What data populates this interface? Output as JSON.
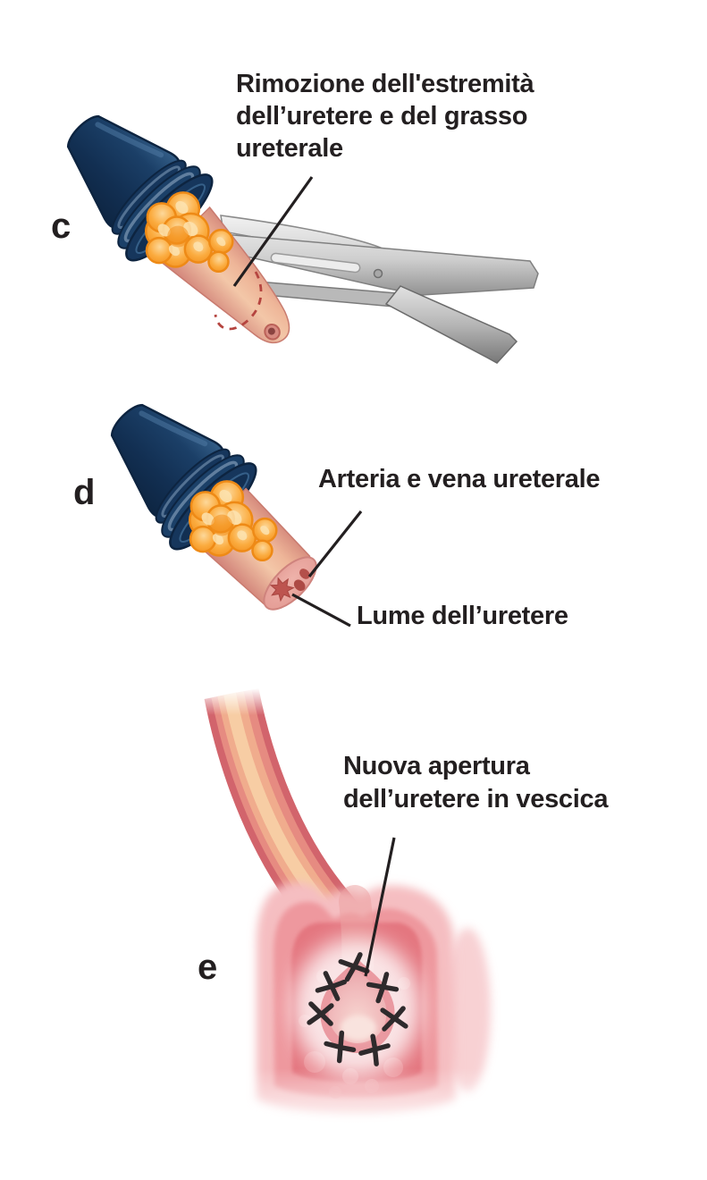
{
  "figure_type": "medical-illustration",
  "panel_c": {
    "letter": "c",
    "label_line1": "Rimozione dell'estremità",
    "label_line2": "dell’uretere e del grasso",
    "label_line3": "ureterale"
  },
  "panel_d": {
    "letter": "d",
    "label_artery": "Arteria e vena ureterale",
    "label_lumen": "Lume dell’uretere"
  },
  "panel_e": {
    "letter": "e",
    "label_line1": "Nuova apertura",
    "label_line2": "dell’uretere in vescica"
  },
  "colors": {
    "text": "#231f20",
    "pointer_line": "#231f20",
    "instrument_navy": "#16365c",
    "instrument_navy_dark": "#0d2440",
    "instrument_sheen": "#8fa9c3",
    "fat_orange": "#f79a28",
    "fat_outline": "#ee8a16",
    "ureter_pink_light": "#f3c7a8",
    "ureter_pink_edge": "#cf8076",
    "cut_dash_red": "#b5443f",
    "scissors_silver": "#cfcfcf",
    "vessel_dark_red": "#b4504a",
    "lumen_red": "#bd544f",
    "tube_red": "#d2646c",
    "tube_highlight": "#f7cda4",
    "bladder_wall": "#f5bec1",
    "bladder_inner": "#ee989e",
    "bladder_cavity": "#e4767f",
    "opening_rim": "#ea9aa1",
    "opening_fill": "#f1bcbd",
    "suture_dark": "#2e2a2c",
    "background": "#ffffff"
  }
}
